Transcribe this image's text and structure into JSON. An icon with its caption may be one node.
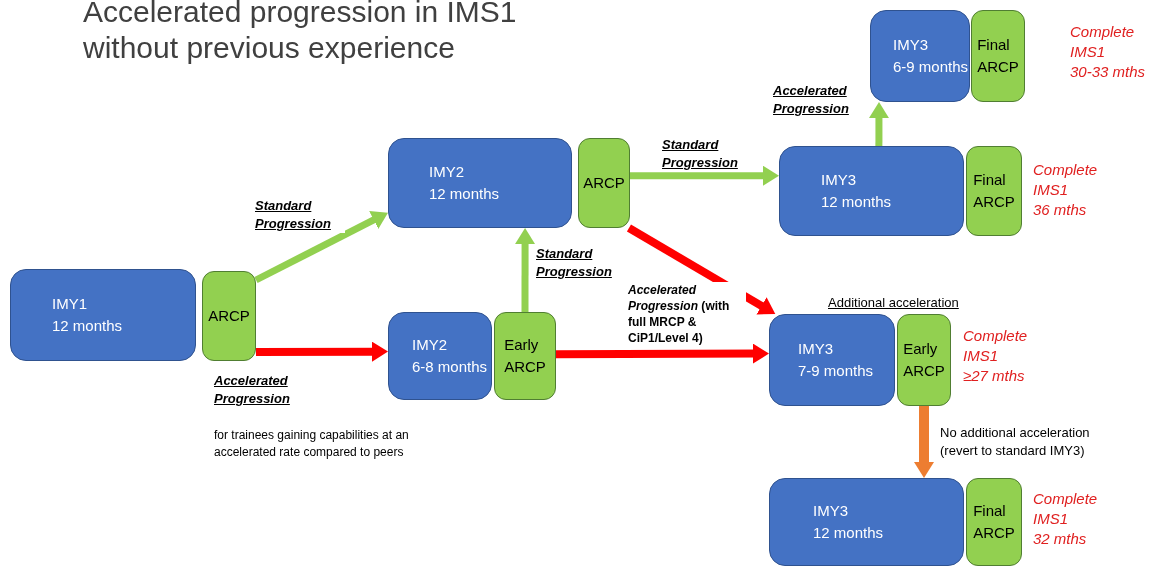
{
  "diagram": {
    "title": "Accelerated progression in IMS1 without previous experience",
    "nodes": [
      {
        "text": [
          "IMY1 12 months"
        ]
      },
      {
        "text": [
          "ARCP"
        ]
      },
      {
        "text": [
          "IMY2 12 months"
        ]
      },
      {
        "text": [
          "ARCP"
        ]
      },
      {
        "text": [
          "IMY2 6-8 months"
        ]
      },
      {
        "text": [
          "Early ARCP"
        ]
      },
      {
        "text": [
          "IMY3 6-9 months"
        ]
      },
      {
        "text": [
          "Final ARCP"
        ],
        "beside": [
          "Complete IMS1 30-33 mths"
        ]
      },
      {
        "text": [
          "IMY3 12 months"
        ]
      },
      {
        "text": [
          "Final ARCP"
        ],
        "beside": [
          "Complete IMS1 36 mths"
        ]
      },
      {
        "text": [
          "IMY3 7-9 months"
        ]
      },
      {
        "text": [
          "Early ARCP"
        ],
        "beside": [
          "Complete IMS1 ≥27 mths"
        ]
      },
      {
        "text": [
          "IMY3 12 months"
        ]
      },
      {
        "text": [
          "Final ARCP"
        ],
        "beside": [
          "Complete IMS1 32 mths"
        ]
      }
    ],
    "edges": [
      {
        "from": 1,
        "to": 2,
        "arrow": "to",
        "label": "Standard Progression"
      },
      {
        "from": 1,
        "to": 4,
        "arrow": "to",
        "label": "Accelerated Progression",
        "color": "#ff0000"
      },
      {
        "from": 5,
        "to": 2,
        "arrow": "to",
        "label": "Standard Progression"
      },
      {
        "from": 3,
        "to": 8,
        "arrow": "to",
        "label": "Standard Progression"
      },
      {
        "from": 3,
        "to": 10,
        "arrow": "to",
        "color": "#ff0000"
      },
      {
        "from": 5,
        "to": 10,
        "arrow": "to",
        "label": "*Accelerated Progression* (**with full MRCP & CiP1/Level 4**)",
        "color": "#ff0000"
      },
      {
        "from": 8,
        "to": 6,
        "arrow": "to",
        "label": "Accelerated Progression"
      },
      {
        "from": 11,
        "to": 12,
        "arrow": "to",
        "label": "No additional acceleration (revert to standard IMY3)",
        "color": "#ed7d31"
      }
    ],
    "labels": [
      "Additional acceleration",
      "for trainees gaining capabilities at an accelerated rate compared to peers"
    ]
  }
}
